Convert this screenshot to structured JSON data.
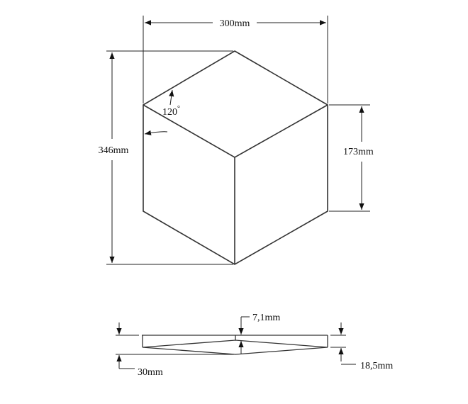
{
  "top_view": {
    "width_label": "300mm",
    "height_label": "346mm",
    "side_label": "173mm",
    "angle_label": "120",
    "angle_unit": "°"
  },
  "side_view": {
    "center_thickness_label": "7,1mm",
    "total_thickness_label": "30mm",
    "edge_thickness_label": "18,5mm"
  },
  "colors": {
    "line": "#222222",
    "background": "#ffffff"
  }
}
